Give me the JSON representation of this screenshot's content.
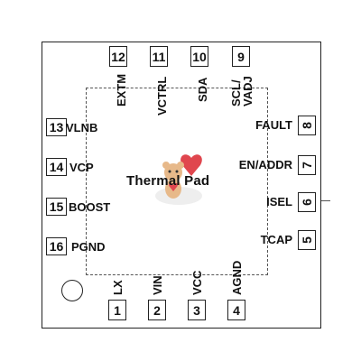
{
  "thermal_pad": {
    "label": "Thermal Pad"
  },
  "pins": {
    "p1": {
      "num": "1",
      "label": "LX"
    },
    "p2": {
      "num": "2",
      "label": "VIN"
    },
    "p3": {
      "num": "3",
      "label": "VCC"
    },
    "p4": {
      "num": "4",
      "label": "AGND"
    },
    "p5": {
      "num": "5",
      "label": "TCAP"
    },
    "p6": {
      "num": "6",
      "label": "ISEL"
    },
    "p7": {
      "num": "7",
      "label": "EN/ADDR"
    },
    "p8": {
      "num": "8",
      "label": "FAULT"
    },
    "p9": {
      "num": "9",
      "label": "SCL/",
      "label2": "VADJ"
    },
    "p10": {
      "num": "10",
      "label": "SDA"
    },
    "p11": {
      "num": "11",
      "label": "VCTRL"
    },
    "p12": {
      "num": "12",
      "label": "EXTM"
    },
    "p13": {
      "num": "13",
      "label": "VLNB"
    },
    "p14": {
      "num": "14",
      "label": "VCP"
    },
    "p15": {
      "num": "15",
      "label": "BOOST"
    },
    "p16": {
      "num": "16",
      "label": "PGND"
    }
  },
  "colors": {
    "outline": "#222222",
    "heart": "#e0464e",
    "bear": "#e7b98a"
  }
}
